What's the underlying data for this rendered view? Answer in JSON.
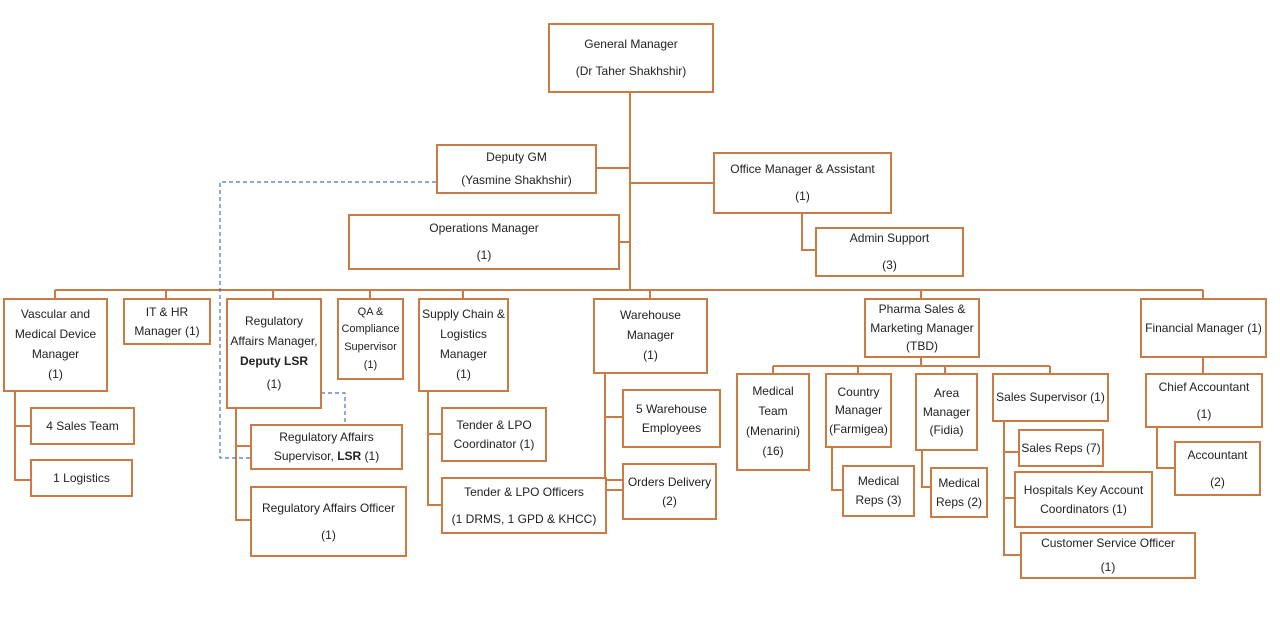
{
  "title": "Organizational Chart",
  "colors": {
    "box_border": "#c97a45",
    "line": "#c97a45",
    "dashed_link": "#4a72c4"
  },
  "nodes": {
    "gm": {
      "title": "General Manager",
      "name": "(Dr Taher Shakhshir)"
    },
    "deputy_gm": {
      "title": "Deputy GM",
      "name": "(Yasmine Shakhshir)"
    },
    "office_mgr": {
      "title": "Office Manager & Assistant",
      "count": "(1)"
    },
    "admin_support": {
      "title": "Admin Support",
      "count": "(3)"
    },
    "operations_mgr": {
      "title": "Operations Manager",
      "count": "(1)"
    },
    "vascular": {
      "l1": "Vascular and",
      "l2": "Medical Device",
      "l3": "Manager",
      "count": "(1)"
    },
    "sales_team": {
      "title": "4 Sales Team"
    },
    "logistics": {
      "title": "1 Logistics"
    },
    "it_hr": {
      "l1": "IT & HR",
      "l2": "Manager (1)"
    },
    "reg_mgr": {
      "l1": "Regulatory",
      "l2": "Affairs Manager,",
      "l3": "Deputy LSR",
      "count": "(1)"
    },
    "reg_sup": {
      "l1": "Regulatory Affairs",
      "l2a": "Supervisor, ",
      "l2b": "LSR",
      "l2c": " (1)"
    },
    "reg_officer": {
      "title": "Regulatory Affairs Officer",
      "count": "(1)"
    },
    "qa": {
      "l1": "QA &",
      "l2": "Compliance",
      "l3": "Supervisor",
      "count": "(1)"
    },
    "supply_chain": {
      "l1": "Supply Chain &",
      "l2": "Logistics",
      "l3": "Manager",
      "count": "(1)"
    },
    "tender_coord": {
      "l1": "Tender & LPO",
      "l2": "Coordinator (1)"
    },
    "tender_officers": {
      "l1": "Tender & LPO Officers",
      "l2": "(1 DRMS, 1 GPD & KHCC)"
    },
    "warehouse_mgr": {
      "l1": "Warehouse",
      "l2": "Manager",
      "count": "(1)"
    },
    "warehouse_emp": {
      "l1": "5 Warehouse",
      "l2": "Employees"
    },
    "orders_delivery": {
      "l1": "Orders Delivery",
      "l2": "(2)"
    },
    "pharma_sales": {
      "l1": "Pharma Sales  &",
      "l2": "Marketing Manager",
      "l3": "(TBD)"
    },
    "medical_team": {
      "l1": "Medical",
      "l2": "Team",
      "l3": "(Menarini)",
      "count": "(16)"
    },
    "country_mgr": {
      "l1": "Country",
      "l2": "Manager",
      "l3": "(Farmigea)"
    },
    "med_reps_3": {
      "l1": "Medical",
      "l2": "Reps (3)"
    },
    "area_mgr": {
      "l1": "Area",
      "l2": "Manager",
      "l3": "(Fidia)"
    },
    "med_reps_2": {
      "l1": "Medical",
      "l2": "Reps (2)"
    },
    "sales_sup": {
      "title": "Sales Supervisor (1)"
    },
    "sales_reps": {
      "title": "Sales Reps (7)"
    },
    "hospitals_kac": {
      "l1": "Hospitals Key Account",
      "l2": "Coordinators (1)"
    },
    "cust_service": {
      "title": "Customer Service Officer",
      "count": "(1)"
    },
    "financial_mgr": {
      "title": "Financial Manager (1)"
    },
    "chief_acct": {
      "title": "Chief Accountant",
      "count": "(1)"
    },
    "accountant": {
      "title": "Accountant",
      "count": "(2)"
    }
  }
}
